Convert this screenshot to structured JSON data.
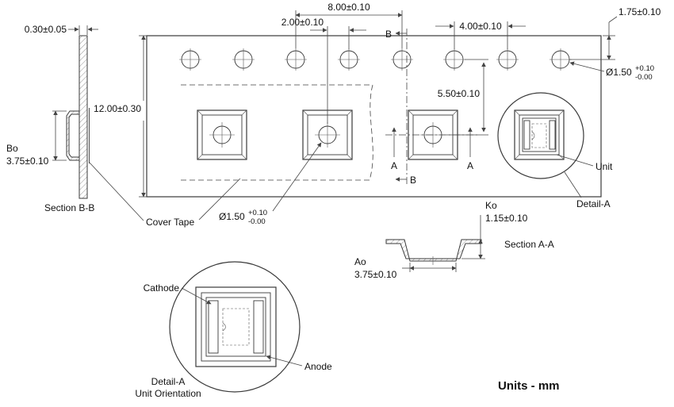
{
  "colors": {
    "line": "#3a3a3a",
    "background": "#ffffff"
  },
  "dimensions": {
    "pocket_pitch": "8.00±0.10",
    "hole_to_pocket": "2.00±0.10",
    "hole_pitch": "4.00±0.10",
    "edge_to_hole": "1.75±0.10",
    "tape_thickness": "0.30±0.05",
    "tape_width": "12.00±0.30",
    "hole_to_pocket_cross": "5.50±0.10",
    "sprocket_hole_dia": "Ø1.50",
    "sprocket_hole_tol_plus": "+0.10",
    "sprocket_hole_tol_minus": "-0.00",
    "pocket_hole_dia": "Ø1.50",
    "pocket_hole_tol_plus": "+0.10",
    "pocket_hole_tol_minus": "-0.00",
    "bo": {
      "name": "Bo",
      "value": "3.75±0.10"
    },
    "ko": {
      "name": "Ko",
      "value": "1.15±0.10"
    },
    "ao": {
      "name": "Ao",
      "value": "3.75±0.10"
    }
  },
  "labels": {
    "section_bb": "Section B-B",
    "section_aa": "Section A-A",
    "cover_tape": "Cover Tape",
    "unit": "Unit",
    "detail_a": "Detail-A",
    "detail_a_bottom": "Detail-A",
    "unit_orientation": "Unit Orientation",
    "cathode": "Cathode",
    "anode": "Anode",
    "section_b_top": "B",
    "section_b_bottom": "B",
    "section_a_left": "A",
    "section_a_right": "A",
    "units_note": "Units - mm"
  }
}
